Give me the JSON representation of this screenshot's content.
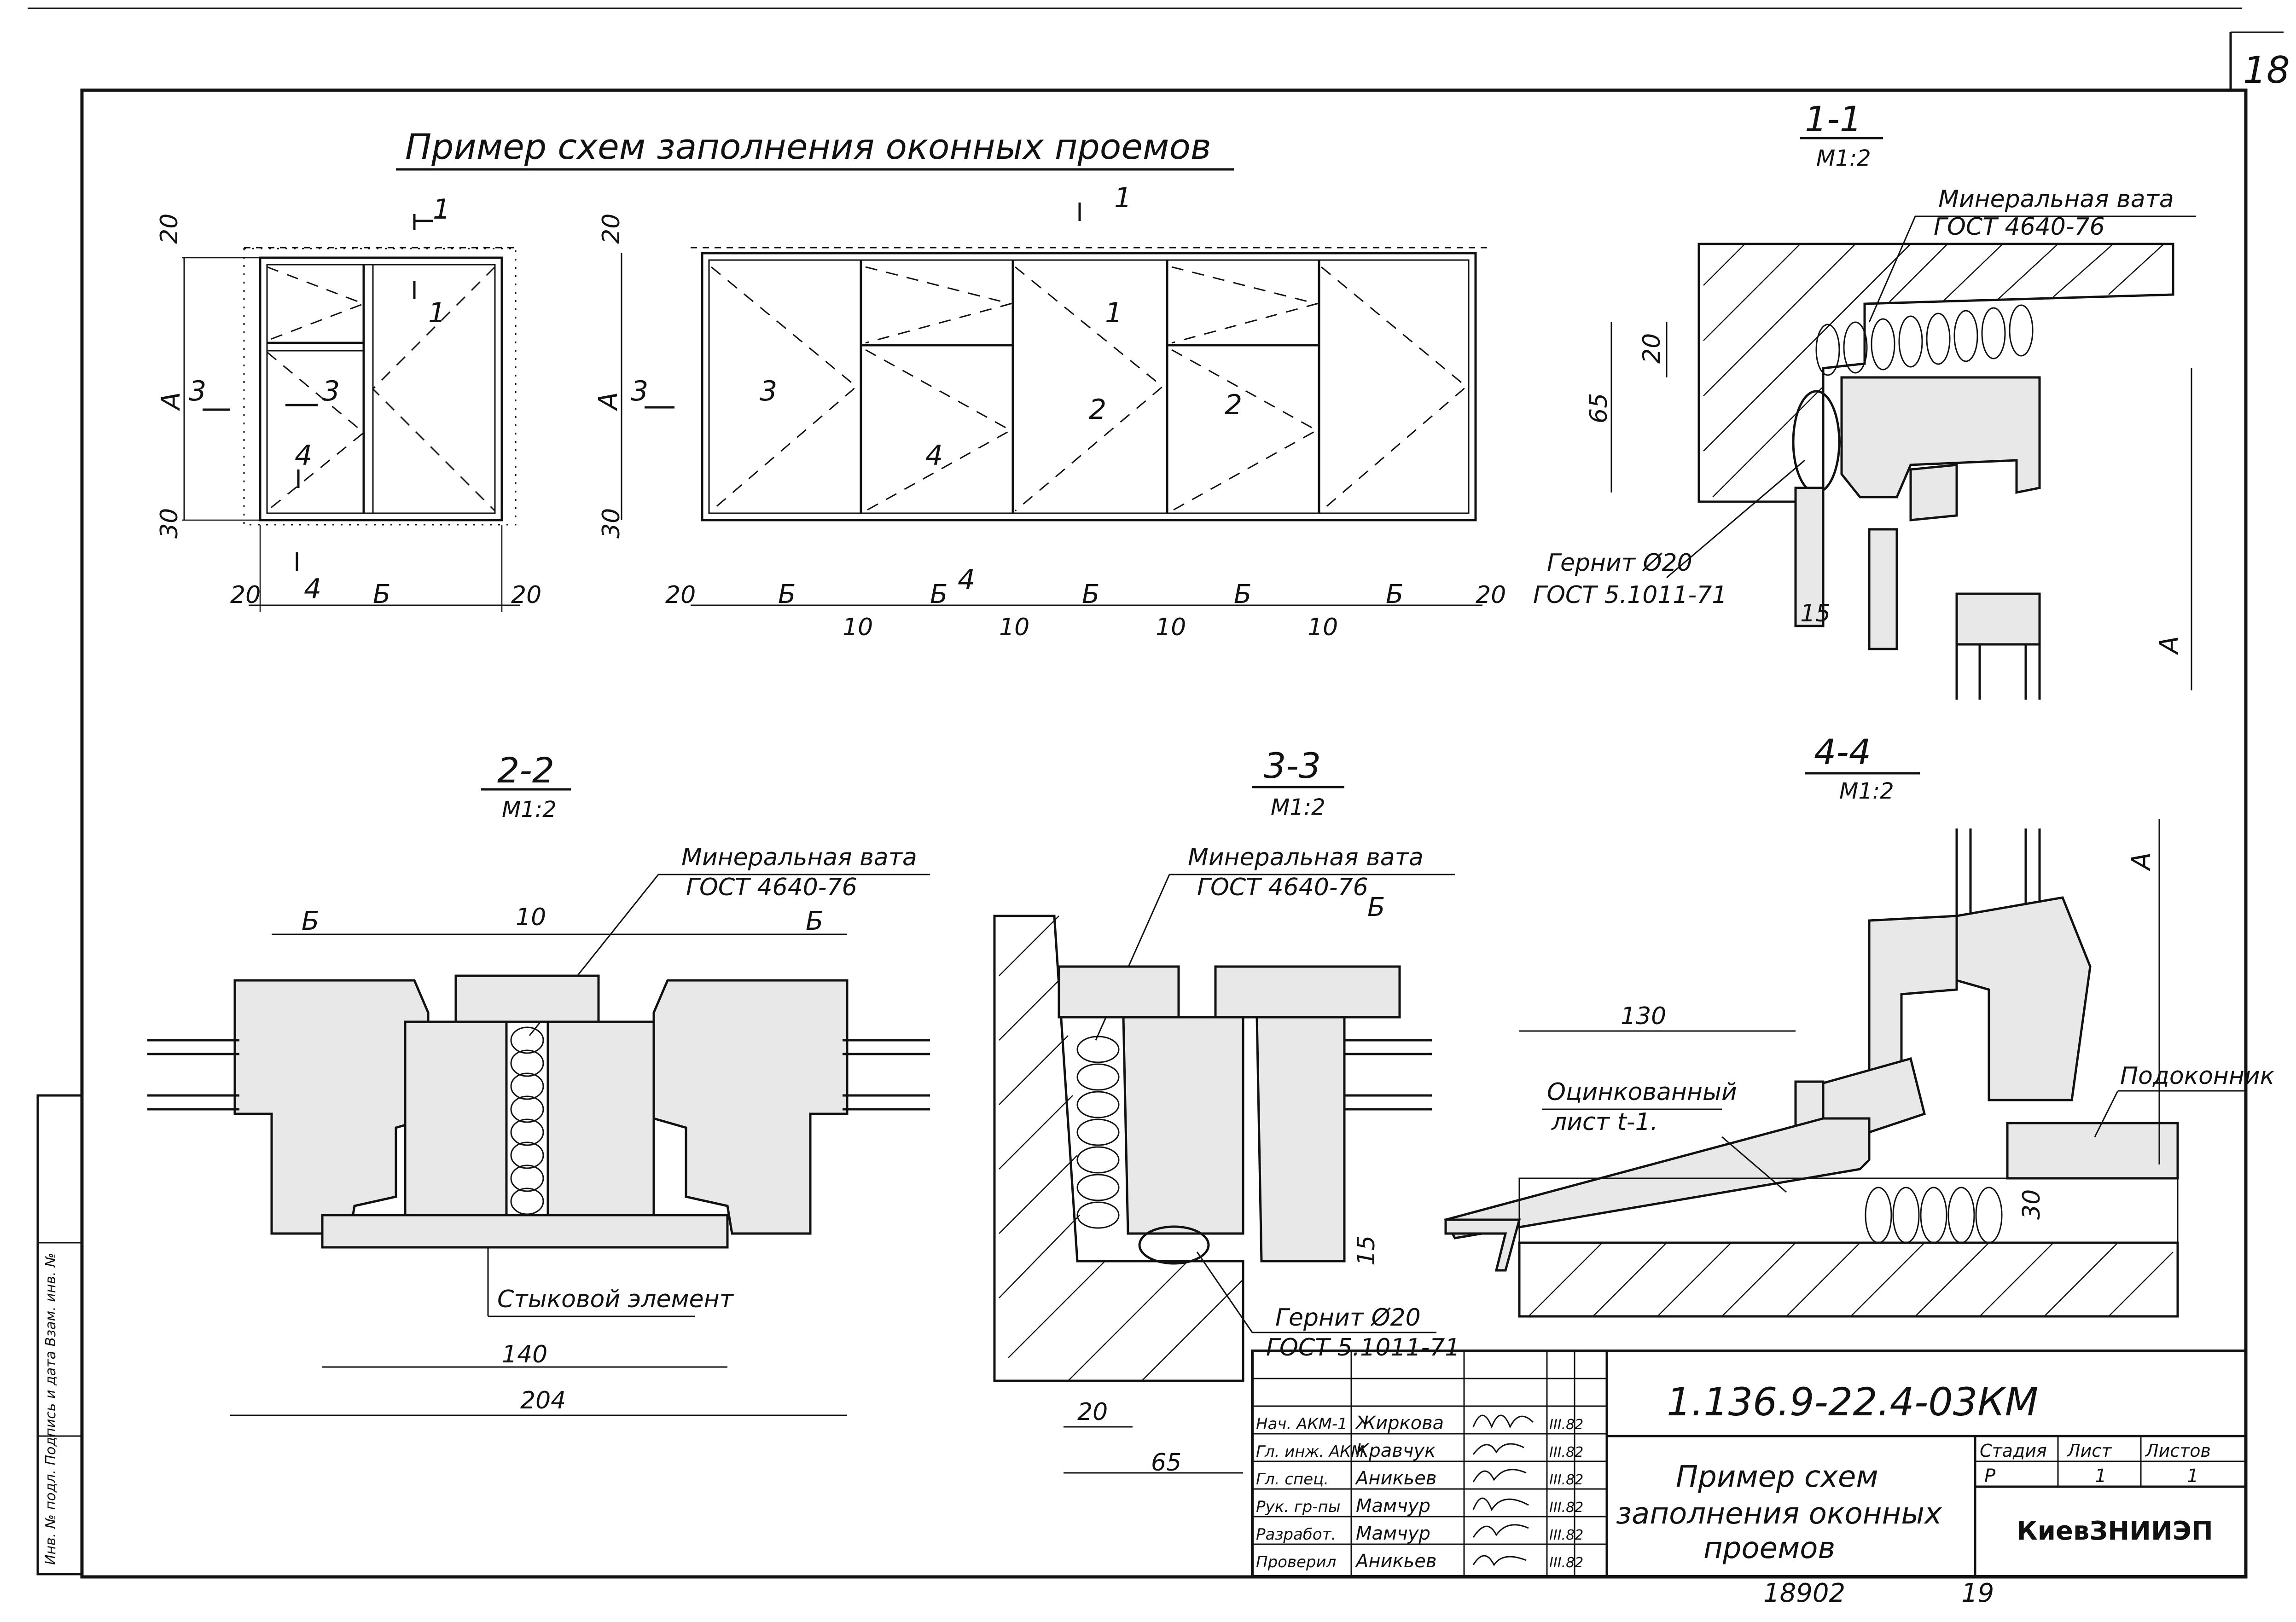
{
  "sheet": {
    "number": "18",
    "title": "Пример схем заполнения оконных проемов"
  },
  "sections": {
    "s11": {
      "label": "1-1",
      "scale": "М1:2"
    },
    "s22": {
      "label": "2-2",
      "scale": "М1:2"
    },
    "s33": {
      "label": "3-3",
      "scale": "М1:2"
    },
    "s44": {
      "label": "4-4",
      "scale": "М1:2"
    }
  },
  "labels": {
    "mineral_wool": "Минеральная вата",
    "gost_4640": "ГОСТ 4640-76",
    "gernit": "Гернит Ø20",
    "gernit_gost": "ГОСТ 5.1011-71",
    "joint_element": "Стыковой элемент",
    "galvanized_1": "Оцинкованный",
    "galvanized_2": "лист t-1.",
    "windowsill": "Подоконник"
  },
  "dims": {
    "d20": "20",
    "d30": "30",
    "d10": "10",
    "d15": "15",
    "d65": "65",
    "d130": "130",
    "d140": "140",
    "d204": "204",
    "A": "А",
    "B": "Б",
    "m1": "1",
    "m2": "2",
    "m3": "3",
    "m4": "4"
  },
  "title_block": {
    "code": "1.136.9-22.4-03КМ",
    "title_line1": "Пример схем",
    "title_line2": "заполнения оконных",
    "title_line3": "проемов",
    "org": "КиевЗНИИЭП",
    "stage_hdr": "Стадия",
    "sheet_hdr": "Лист",
    "sheets_hdr": "Листов",
    "stage": "Р",
    "sheet": "1",
    "sheets": "1",
    "roles": [
      "Нач. АКМ-1",
      "Гл. инж. АКМ",
      "Гл. спец.",
      "Рук. гр-пы",
      "Разработ.",
      "Проверил"
    ],
    "names": [
      "Жиркова",
      "Кравчук",
      "Аникьев",
      "Мамчур",
      "Мамчур",
      "Аникьев"
    ],
    "dates": [
      "III.82",
      "III.82",
      "III.82",
      "III.82",
      "III.82",
      "III.82"
    ]
  },
  "footer": {
    "inv": "18902",
    "page": "19"
  },
  "side_stamp": "Инв. № подл.   Подпись и дата   Взам. инв. №"
}
